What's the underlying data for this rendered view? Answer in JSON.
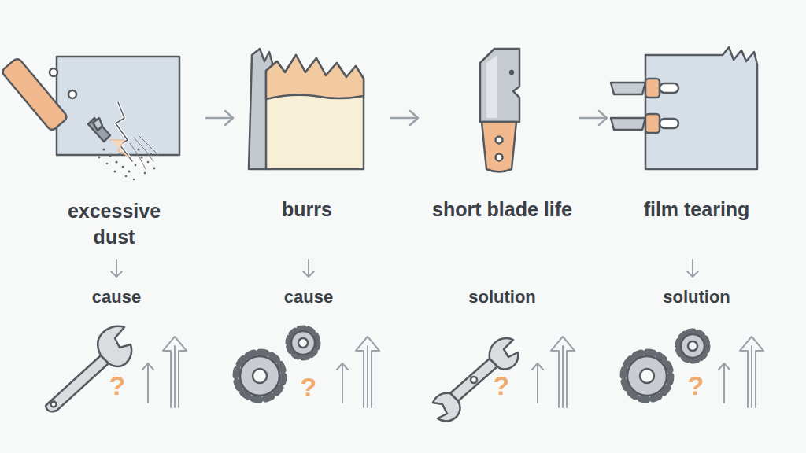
{
  "diagram": {
    "labels": [
      "excessive dust",
      "burrs",
      "short blade life",
      "film tearing",
      "cause",
      "cause",
      "solution",
      "solution",
      "?",
      "?",
      "?",
      "?"
    ]
  }
}
